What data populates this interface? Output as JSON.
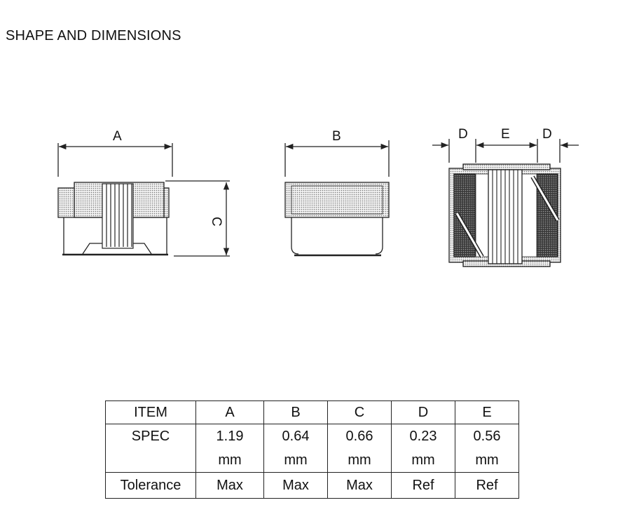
{
  "page": {
    "title": "SHAPE AND DIMENSIONS"
  },
  "drawing": {
    "labels": {
      "a": "A",
      "b": "B",
      "c": "C",
      "d": "D",
      "e": "E"
    }
  },
  "table": {
    "header": [
      "ITEM",
      "A",
      "B",
      "C",
      "D",
      "E"
    ],
    "spec": {
      "label": "SPEC",
      "values": [
        "1.19",
        "0.64",
        "0.66",
        "0.23",
        "0.56"
      ],
      "unit": "mm"
    },
    "tolerance": {
      "label": "Tolerance",
      "values": [
        "Max",
        "Max",
        "Max",
        "Ref",
        "Ref"
      ]
    }
  },
  "colors": {
    "line": "#222222",
    "fill_dots": "#d8d8d8",
    "fill_dark": "#4a4a4a"
  }
}
